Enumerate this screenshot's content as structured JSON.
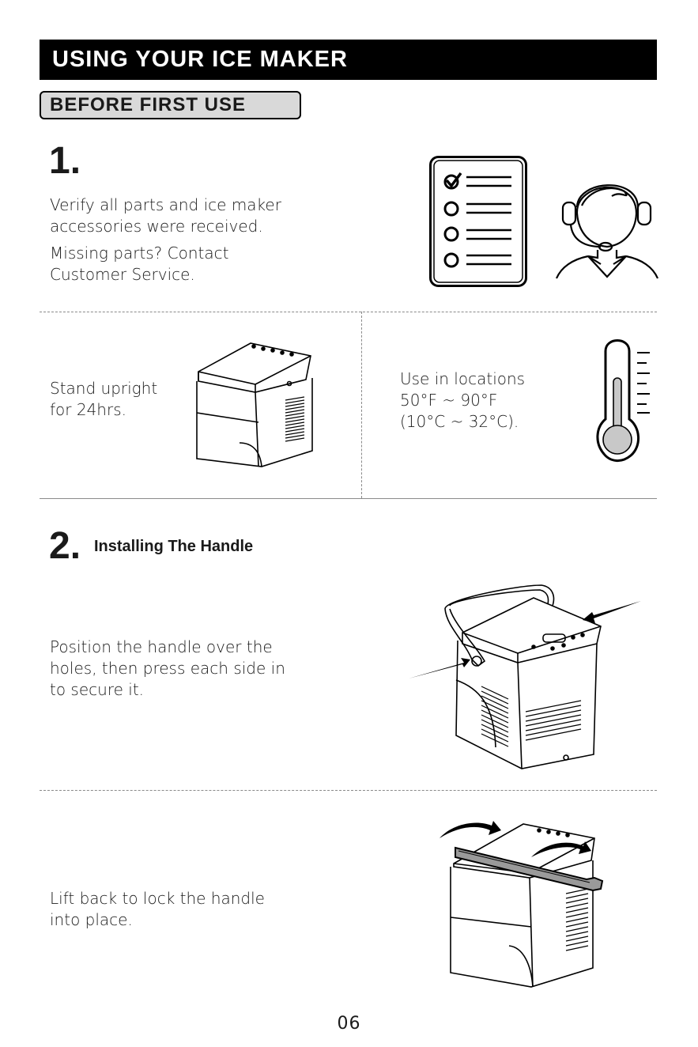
{
  "header": {
    "title": "USING YOUR ICE MAKER"
  },
  "section": {
    "title": "BEFORE FIRST USE"
  },
  "step1": {
    "number": "1.",
    "text_line1": "Verify all parts and ice maker",
    "text_line2": "accessories were received.",
    "text_line3": "Missing parts? Contact",
    "text_line4": "Customer Service."
  },
  "upright": {
    "line1": "Stand upright",
    "line2": "for 24hrs."
  },
  "location": {
    "line1": "Use in locations",
    "line2": "50°F ~ 90°F",
    "line3": "(10°C ~ 32°C)."
  },
  "step2": {
    "number": "2.",
    "title": "Installing The Handle",
    "text_line1": "Position the handle over the",
    "text_line2": "holes, then press each side in",
    "text_line3": "to secure it."
  },
  "step3": {
    "text_line1": "Lift back to lock the handle",
    "text_line2": "into place."
  },
  "footer": {
    "page_number": "06"
  },
  "icons": [
    "checklist-icon",
    "support-agent-icon",
    "ice-maker-illustration",
    "thermometer-icon",
    "arrow-icon"
  ]
}
